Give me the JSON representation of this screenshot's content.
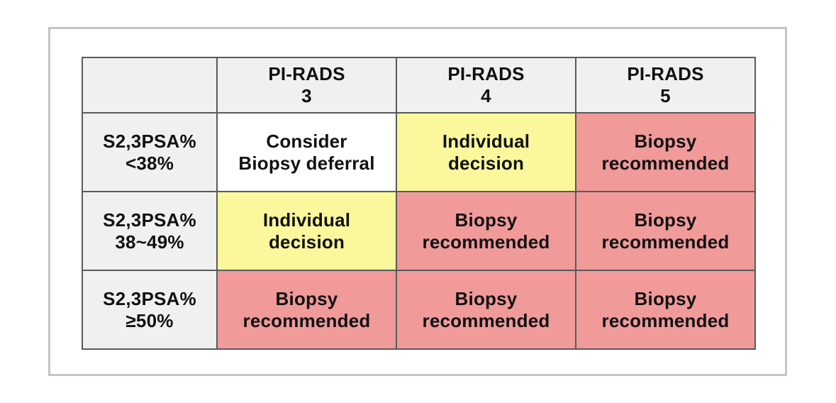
{
  "figure": {
    "caption": "",
    "frame_border_color": "#c4c4c4",
    "table_border_color": "#5a5a5a"
  },
  "colors": {
    "header_background": "#f0f0f0",
    "row_label_background": "#f0f0f0",
    "consider_deferral_fill": "#ffffff",
    "individual_decision_fill": "#faf79c",
    "biopsy_recommended_fill": "#f09a9a",
    "text": "#111111"
  },
  "table": {
    "corner_label": "",
    "column_headers": [
      {
        "title": "PI-RADS",
        "score": "3"
      },
      {
        "title": "PI-RADS",
        "score": "4"
      },
      {
        "title": "PI-RADS",
        "score": "5"
      }
    ],
    "rows": [
      {
        "label": {
          "line1": "S2,3PSA%",
          "line2": "<38%"
        },
        "cells": [
          {
            "line1": "Consider",
            "line2": "Biopsy deferral",
            "fill": "white",
            "verdict": "consider-biopsy-deferral"
          },
          {
            "line1": "Individual",
            "line2": "decision",
            "fill": "yellow",
            "verdict": "individual-decision"
          },
          {
            "line1": "Biopsy",
            "line2": "recommended",
            "fill": "red",
            "verdict": "biopsy-recommended"
          }
        ]
      },
      {
        "label": {
          "line1": "S2,3PSA%",
          "line2": "38~49%"
        },
        "cells": [
          {
            "line1": "Individual",
            "line2": "decision",
            "fill": "yellow",
            "verdict": "individual-decision"
          },
          {
            "line1": "Biopsy",
            "line2": "recommended",
            "fill": "red",
            "verdict": "biopsy-recommended"
          },
          {
            "line1": "Biopsy",
            "line2": "recommended",
            "fill": "red",
            "verdict": "biopsy-recommended"
          }
        ]
      },
      {
        "label": {
          "line1": "S2,3PSA%",
          "line2": "≥50%"
        },
        "cells": [
          {
            "line1": "Biopsy",
            "line2": "recommended",
            "fill": "red",
            "verdict": "biopsy-recommended"
          },
          {
            "line1": "Biopsy",
            "line2": "recommended",
            "fill": "red",
            "verdict": "biopsy-recommended"
          },
          {
            "line1": "Biopsy",
            "line2": "recommended",
            "fill": "red",
            "verdict": "biopsy-recommended"
          }
        ]
      }
    ]
  }
}
